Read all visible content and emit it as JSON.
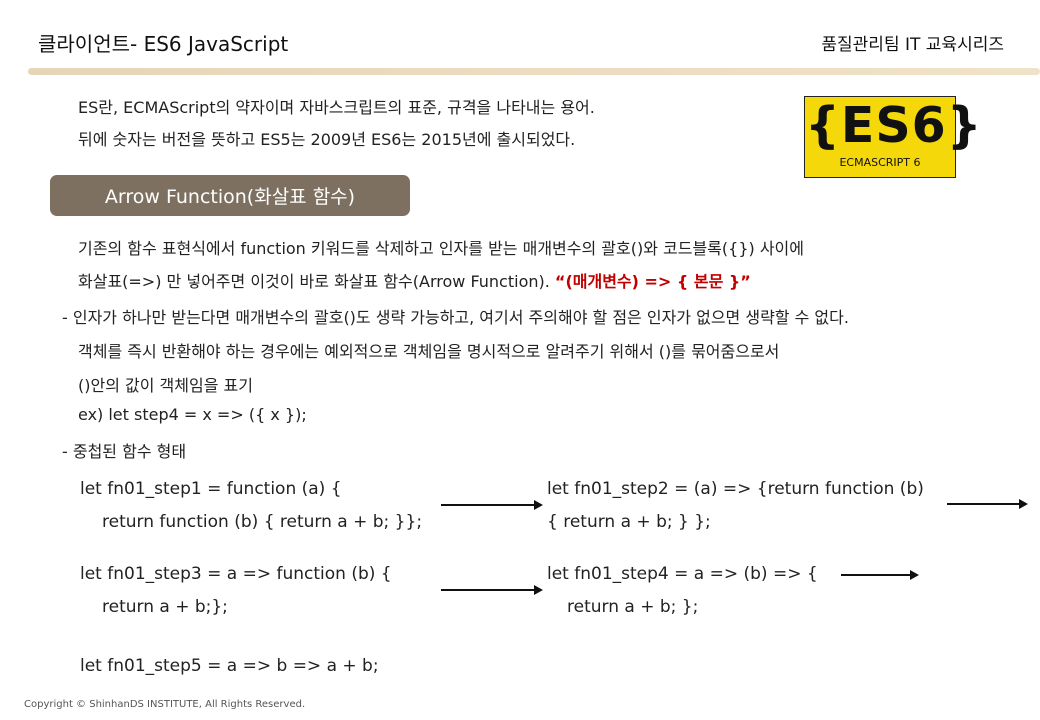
{
  "header": {
    "title": "클라이언트- ES6 JavaScript",
    "series": "품질관리팀 IT 교육시리즈"
  },
  "intro": {
    "line1": "ES란, ECMAScript의 약자이며 자바스크립트의 표준, 규격을 나타내는 용어.",
    "line2": "뒤에 숫자는 버전을 뜻하고 ES5는 2009년 ES6는 2015년에 출시되었다."
  },
  "logo": {
    "big": "{ES6}",
    "small": "ECMASCRIPT 6"
  },
  "section": {
    "title": "Arrow Function(화살표 함수)"
  },
  "body": {
    "line1": "기존의 함수 표현식에서  function 키워드를 삭제하고 인자를 받는 매개변수의  괄호()와  코드블록({}) 사이에",
    "line2a": "화살표(=>) 만 넣어주면 이것이 바로 화살표 함수(Arrow Function). ",
    "line2b": "“(매개변수) => { 본문 }”",
    "line3": "- 인자가 하나만 받는다면 매개변수의 괄호()도 생략 가능하고, 여기서 주의해야 할 점은 인자가 없으면 생략할 수 없다.",
    "line4": "객체를 즉시 반환해야 하는 경우에는 예외적으로 객체임을 명시적으로 알려주기 위해서 ()를 묶어줌으로서",
    "line5": "()안의 값이 객체임을 표기",
    "line6": "ex) let step4 = x => ({ x });",
    "line7": "- 중첩된 함수 형태"
  },
  "code": {
    "step1_l1": "let fn01_step1 = function (a) {",
    "step1_l2": "return function (b) { return a + b; }};",
    "step2_l1": "let fn01_step2 = (a) => {return function (b)",
    "step2_l2": "{ return a + b; } };",
    "step3_l1": "let fn01_step3 = a => function (b) {",
    "step3_l2": "return a + b;};",
    "step4_l1": "let fn01_step4 = a => (b) => {",
    "step4_l2": "return a + b; };",
    "step5_l1": "let fn01_step5 = a => b => a + b;"
  },
  "footer": {
    "copyright": "Copyright © ShinhanDS INSTITUTE, All Rights Reserved."
  }
}
